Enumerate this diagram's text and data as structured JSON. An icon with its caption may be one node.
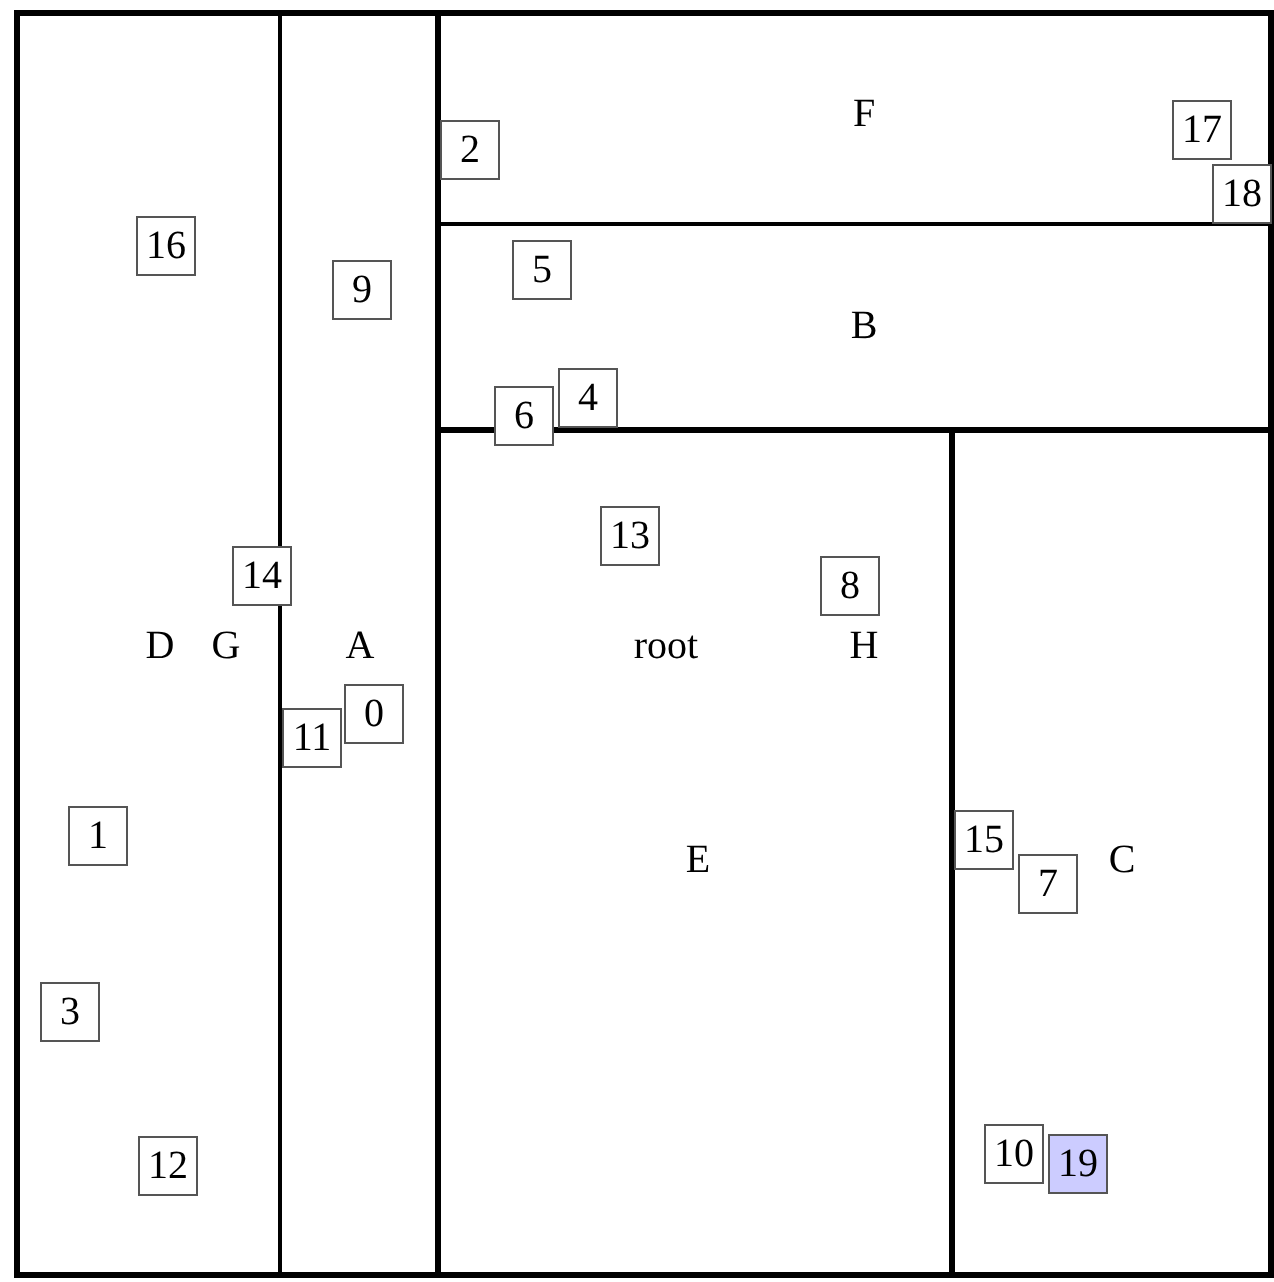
{
  "diagram": {
    "nodes": [
      {
        "text": [
          "2"
        ]
      },
      {
        "text": [
          "17"
        ]
      },
      {
        "text": [
          "18"
        ]
      },
      {
        "text": [
          "16"
        ]
      },
      {
        "text": [
          "5"
        ]
      },
      {
        "text": [
          "9"
        ]
      },
      {
        "text": [
          "4"
        ]
      },
      {
        "text": [
          "6"
        ]
      },
      {
        "text": [
          "13"
        ]
      },
      {
        "text": [
          "14"
        ]
      },
      {
        "text": [
          "8"
        ]
      },
      {
        "text": [
          "11"
        ]
      },
      {
        "text": [
          "0"
        ]
      },
      {
        "text": [
          "1"
        ]
      },
      {
        "text": [
          "15"
        ]
      },
      {
        "text": [
          "7"
        ]
      },
      {
        "text": [
          "3"
        ]
      },
      {
        "text": [
          "10"
        ]
      },
      {
        "text": [
          "19"
        ]
      },
      {
        "text": [
          "12"
        ]
      }
    ],
    "labels": [
      "F",
      "B",
      "D",
      "G",
      "A",
      "root",
      "H",
      "E",
      "C"
    ]
  }
}
